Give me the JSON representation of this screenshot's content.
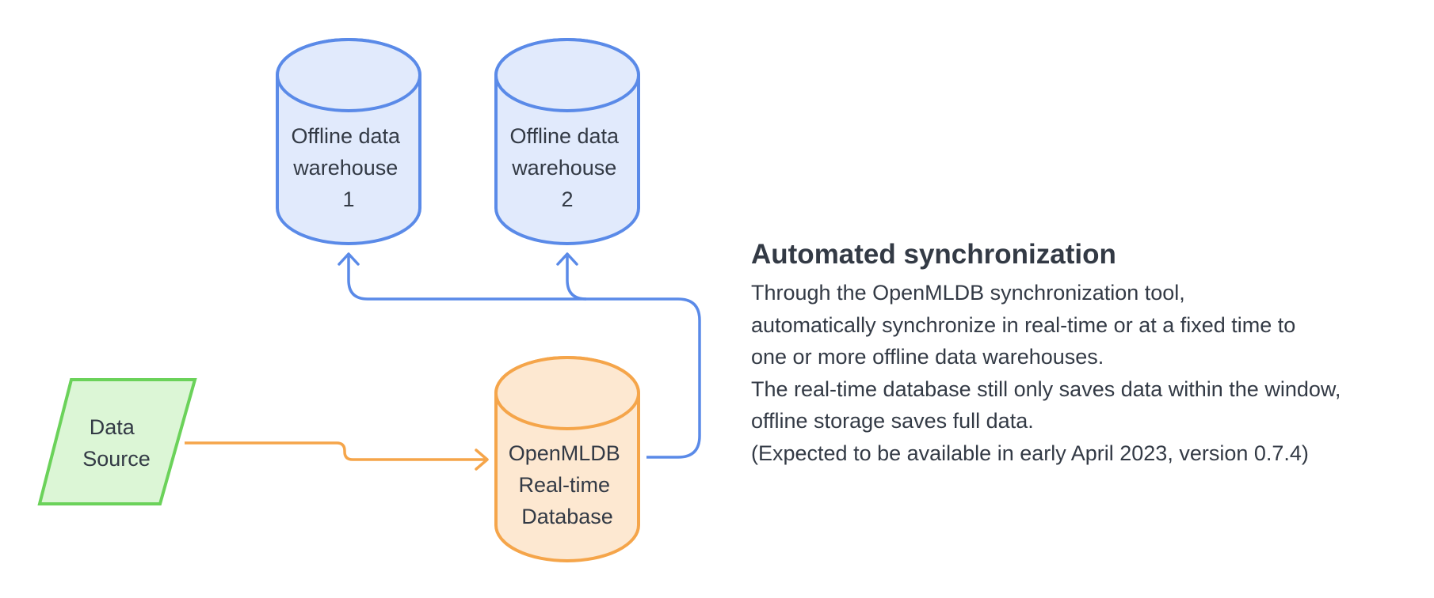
{
  "colors": {
    "warehouse_stroke": "#5a8ae8",
    "warehouse_fill": "#e1eafc",
    "realtime_stroke": "#f5a54a",
    "realtime_fill": "#fde8d1",
    "source_stroke": "#6bd25a",
    "source_fill": "#dcf6d6",
    "sync_arrow": "#5a8ae8",
    "ingest_arrow": "#f5a54a",
    "text": "#333a45"
  },
  "nodes": {
    "warehouse1": {
      "lines": [
        "Offline data",
        "warehouse",
        "1"
      ]
    },
    "warehouse2": {
      "lines": [
        "Offline data",
        "warehouse",
        "2"
      ]
    },
    "realtime_db": {
      "lines": [
        "OpenMLDB",
        "Real-time",
        "Database"
      ]
    },
    "data_source": {
      "lines": [
        "Data",
        "Source"
      ]
    }
  },
  "description": {
    "heading": "Automated synchronization",
    "lines": [
      "Through the OpenMLDB synchronization tool,",
      "automatically synchronize in real-time or at a fixed time to",
      "one or more offline data warehouses.",
      "The real-time database still only saves data within the window,",
      "offline storage saves full data.",
      "(Expected to be available in early April 2023, version 0.7.4)"
    ]
  }
}
